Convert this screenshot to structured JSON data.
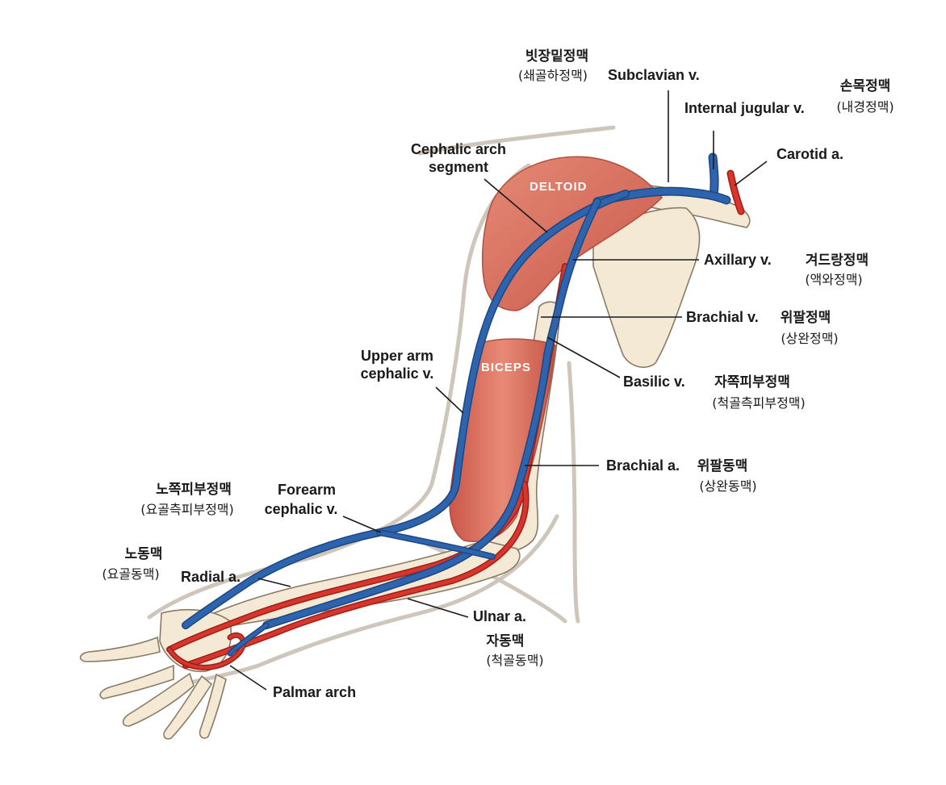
{
  "muscles": {
    "deltoid": "DELTOID",
    "biceps": "BICEPS"
  },
  "labels": {
    "subclavian": {
      "ko": "빗장밑정맥",
      "ko_alt": "(쇄골하정맥)",
      "en": "Subclavian v."
    },
    "internal_jugular": {
      "ko": "손목정맥",
      "ko_alt": "(내경정맥)",
      "en": "Internal jugular v."
    },
    "carotid": {
      "en": "Carotid a."
    },
    "cephalic_arch": {
      "en_line1": "Cephalic arch",
      "en_line2": "segment"
    },
    "axillary": {
      "en": "Axillary v.",
      "ko": "겨드랑정맥",
      "ko_alt": "(액와정맥)"
    },
    "brachial_v": {
      "en": "Brachial v.",
      "ko": "위팔정맥",
      "ko_alt": "(상완정맥)"
    },
    "basilic": {
      "en": "Basilic v.",
      "ko": "자쪽피부정맥",
      "ko_alt": "(척골측피부정맥)"
    },
    "upper_arm_cephalic": {
      "en_line1": "Upper arm",
      "en_line2": "cephalic v."
    },
    "brachial_a": {
      "en": "Brachial a.",
      "ko": "위팔동맥",
      "ko_alt": "(상완동맥)"
    },
    "forearm_cephalic": {
      "ko": "노쪽피부정맥",
      "ko_alt": "(요골측피부정맥)",
      "en_line1": "Forearm",
      "en_line2": "cephalic v."
    },
    "radial": {
      "ko": "노동맥",
      "ko_alt": "(요골동맥)",
      "en": "Radial a."
    },
    "ulnar": {
      "en": "Ulnar a.",
      "ko": "자동맥",
      "ko_alt": "(척골동맥)"
    },
    "palmar_arch": {
      "en": "Palmar arch"
    }
  },
  "colors": {
    "vein": "#2e64ae",
    "artery": "#d8352c",
    "muscle": "#e07a67",
    "bone": "#f3e9d4"
  }
}
